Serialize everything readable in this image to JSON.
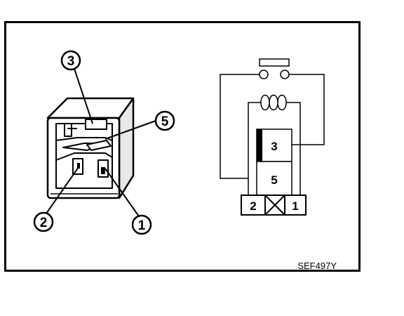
{
  "figure_code": "SEF497Y",
  "relay_photo": {
    "callouts": [
      {
        "id": "3",
        "label": "3"
      },
      {
        "id": "5",
        "label": "5"
      },
      {
        "id": "2",
        "label": "2"
      },
      {
        "id": "1",
        "label": "1"
      }
    ]
  },
  "schematic": {
    "box_labels": {
      "upper": "3",
      "lower": "5"
    },
    "connector_labels": {
      "left": "2",
      "right": "1"
    }
  }
}
